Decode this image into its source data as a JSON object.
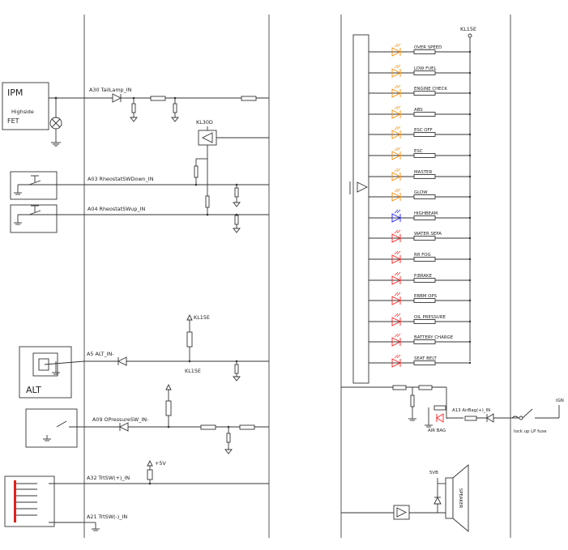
{
  "left": {
    "ipm": {
      "title": "IPM",
      "line1": "Highside",
      "line2": "FET"
    },
    "signals": [
      "A30 TailLamp_IN",
      "A03 RheostatSWDown_IN",
      "A04 RheostatSWup_IN",
      "A5 ALT_IN-",
      "A09 OPressureSW_IN-",
      "A32 TrtSW(+)_IN",
      "A21 TrtSW(-)_IN"
    ],
    "kl30d": "KL30D",
    "kl15e_1": "KL15E",
    "kl15e_2": "KL15E",
    "alt_label": "ALT",
    "plus5v": "+5V"
  },
  "right": {
    "kl15e": "KL15E",
    "indicators": [
      {
        "label": "OVER SPEED",
        "color": "#ff8c00"
      },
      {
        "label": "LOW FUEL",
        "color": "#ff8c00"
      },
      {
        "label": "ENGINE CHECK",
        "color": "#ff8c00"
      },
      {
        "label": "ABS",
        "color": "#ff8c00"
      },
      {
        "label": "ESC OFF",
        "color": "#ff8c00"
      },
      {
        "label": "ESC",
        "color": "#ff8c00"
      },
      {
        "label": "MASTER",
        "color": "#ff8c00"
      },
      {
        "label": "GLOW",
        "color": "#ff8c00"
      },
      {
        "label": "HIGHBEAM",
        "color": "#1a1aff"
      },
      {
        "label": "WATER SEPA",
        "color": "#ff2020"
      },
      {
        "label": "RR FOG",
        "color": "#ff2020"
      },
      {
        "label": "P.BRAKE",
        "color": "#ff2020"
      },
      {
        "label": "EBBM OPS",
        "color": "#ff2020"
      },
      {
        "label": "OIL PRESSURE",
        "color": "#ff2020"
      },
      {
        "label": "BATTERY CHARGE",
        "color": "#ff2020"
      },
      {
        "label": "SEAT BELT",
        "color": "#ff2020"
      }
    ],
    "airbag_signal": "A13 AirBag(+)_IN",
    "airbag_label": "AIR BAG",
    "ign_label": "IGN",
    "lockup_label": "lock up LP fuse",
    "speaker_supply": "5VB",
    "speaker_label": "SPEAKER"
  }
}
